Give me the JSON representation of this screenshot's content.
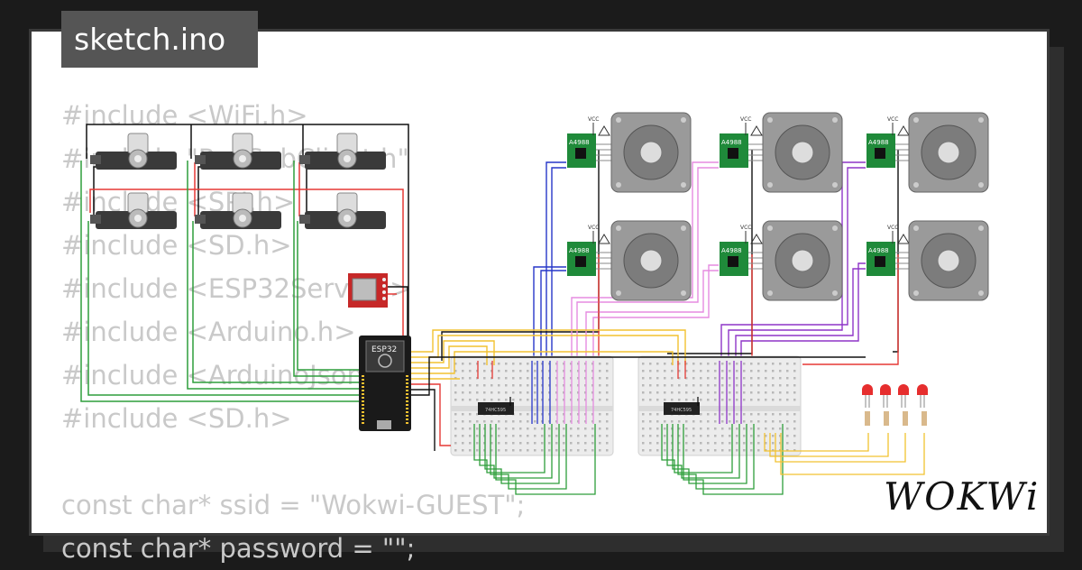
{
  "title": "sketch.ino",
  "logo": "WOKWi",
  "code_lines": [
    "#include <WiFi.h>",
    "#include \"PubSubClient.h\"",
    "#include <SPI.h>",
    "#include <SD.h>",
    "#include <ESP32Servo.h>",
    "#include <Arduino.h>",
    "#include <ArduinoJson.h>",
    "#include <SD.h>",
    "",
    "const char* ssid = \"Wokwi-GUEST\";",
    "const char* password = \"\";"
  ],
  "components": {
    "mcu_label": "ESP32",
    "driver_label": "A4988",
    "vcc_label": "VCC",
    "shift_register_label": "74HC595"
  },
  "colors": {
    "background": "#1b1b1b",
    "card": "#ffffff",
    "title_tab": "#555555",
    "code_text": "#c9c9c9",
    "wire_red": "#e53935",
    "wire_black": "#111111",
    "wire_green": "#2e9e3b",
    "wire_yellow": "#f2c230",
    "wire_blue": "#2737c9",
    "wire_purple": "#8e35c7",
    "wire_pink": "#e58ce0",
    "driver_board": "#1f8a3a",
    "motor_body": "#9a9a9a",
    "led_red": "#e62e2e"
  }
}
